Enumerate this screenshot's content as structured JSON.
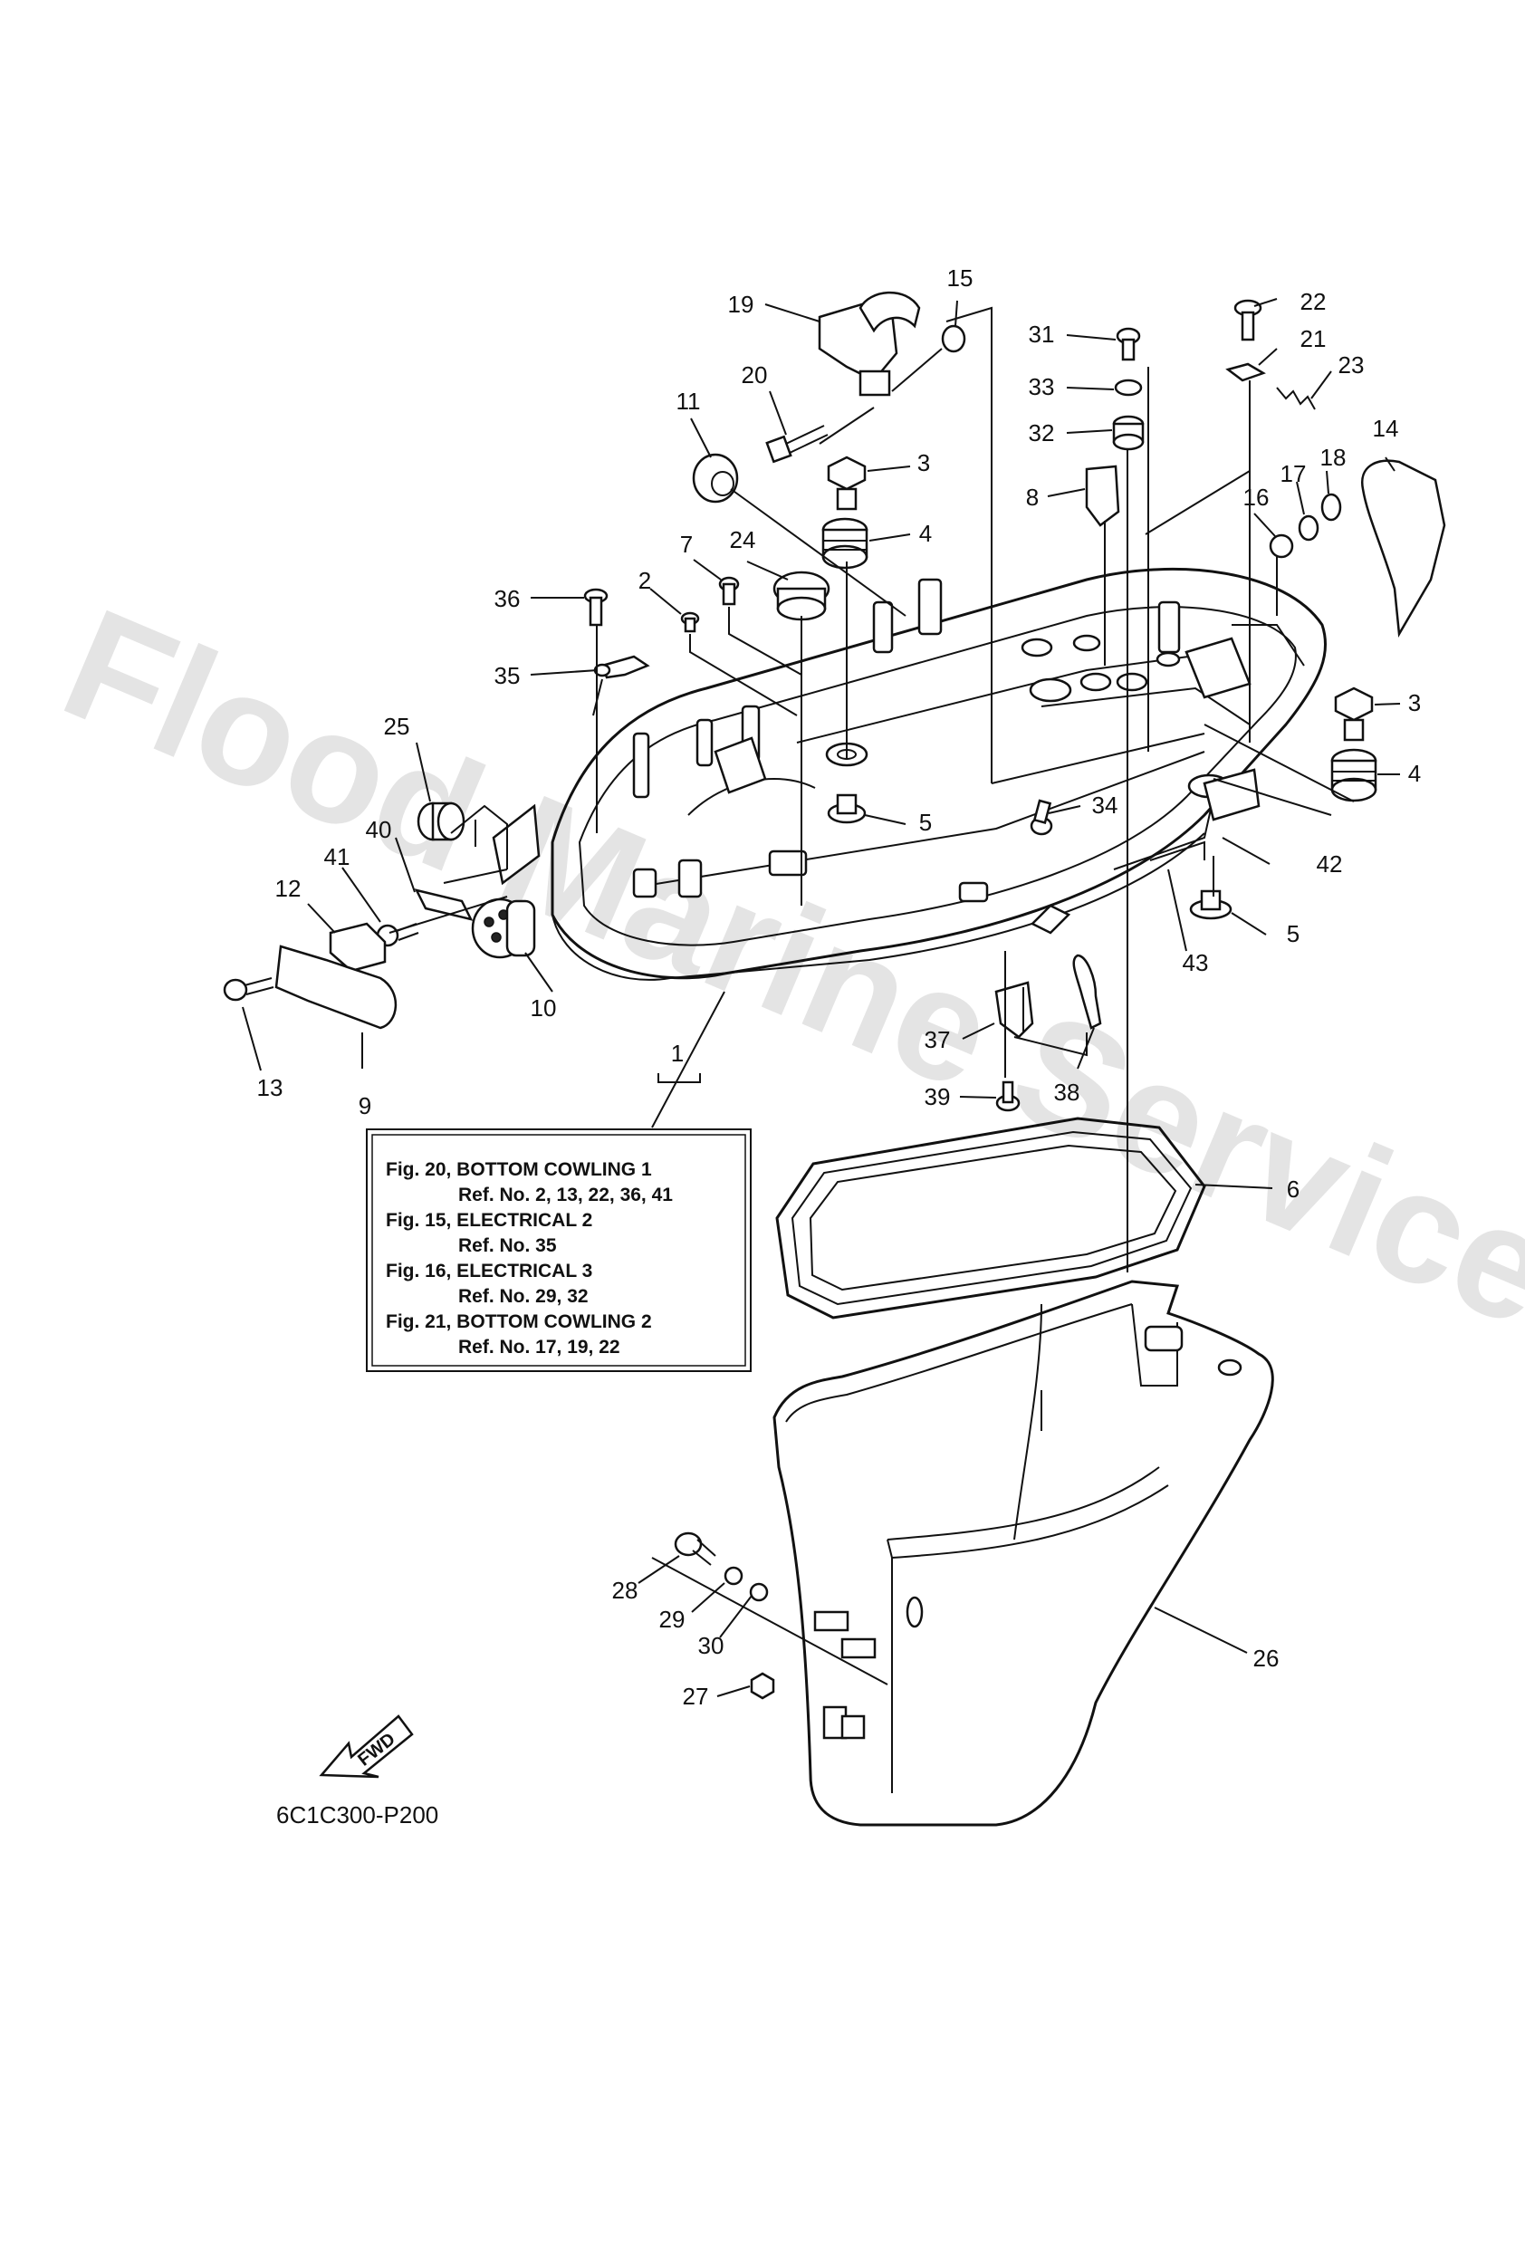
{
  "diagram_code": "6C1C300-P200",
  "watermark": "Flood Marine Services",
  "fwd_label": "FWD",
  "ref_box": {
    "lines": [
      "Fig. 20, BOTTOM COWLING 1",
      "Ref. No. 2, 13, 22, 36, 41",
      "Fig. 15, ELECTRICAL 2",
      "Ref. No. 35",
      "Fig. 16, ELECTRICAL 3",
      "Ref. No. 29, 32",
      "Fig. 21, BOTTOM COWLING 2",
      "Ref. No. 17, 19, 22"
    ]
  },
  "callouts": [
    "1",
    "2",
    "3",
    "3",
    "4",
    "4",
    "5",
    "5",
    "6",
    "7",
    "8",
    "9",
    "10",
    "11",
    "12",
    "13",
    "14",
    "15",
    "16",
    "17",
    "18",
    "19",
    "20",
    "21",
    "22",
    "23",
    "24",
    "25",
    "26",
    "27",
    "28",
    "29",
    "30",
    "31",
    "32",
    "33",
    "34",
    "35",
    "36",
    "37",
    "38",
    "39",
    "40",
    "41",
    "42",
    "43"
  ]
}
